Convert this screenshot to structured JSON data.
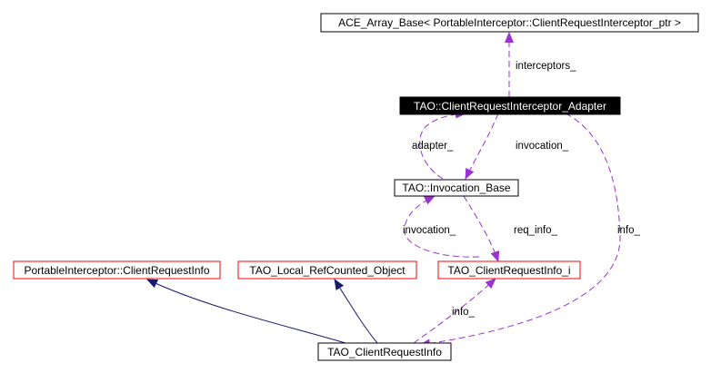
{
  "colors": {
    "background": "#ffffff",
    "node_border": "#000000",
    "node_border_red": "#ff0000",
    "focus_node_fill": "#000000",
    "focus_node_text": "#ffffff",
    "inheritance_arrow": "#191970",
    "usage_arrow": "#9a32cd"
  },
  "nodes": {
    "ace_array_base": "ACE_Array_Base< PortableInterceptor::ClientRequestInterceptor_ptr >",
    "client_request_interceptor_adapter": "TAO::ClientRequestInterceptor_Adapter",
    "invocation_base": "TAO::Invocation_Base",
    "portable_interceptor_client_request_info": "PortableInterceptor::ClientRequestInfo",
    "tao_local_refcounted_object": "TAO_Local_RefCounted_Object",
    "tao_client_request_info_i": "TAO_ClientRequestInfo_i",
    "tao_client_request_info": "TAO_ClientRequestInfo"
  },
  "edge_labels": {
    "interceptors": "interceptors_",
    "adapter": "adapter_",
    "invocation_top": "invocation_",
    "invocation_mid": "invocation_",
    "req_info": "req_info_",
    "info_right": "info_",
    "info_bottom": "info_"
  }
}
